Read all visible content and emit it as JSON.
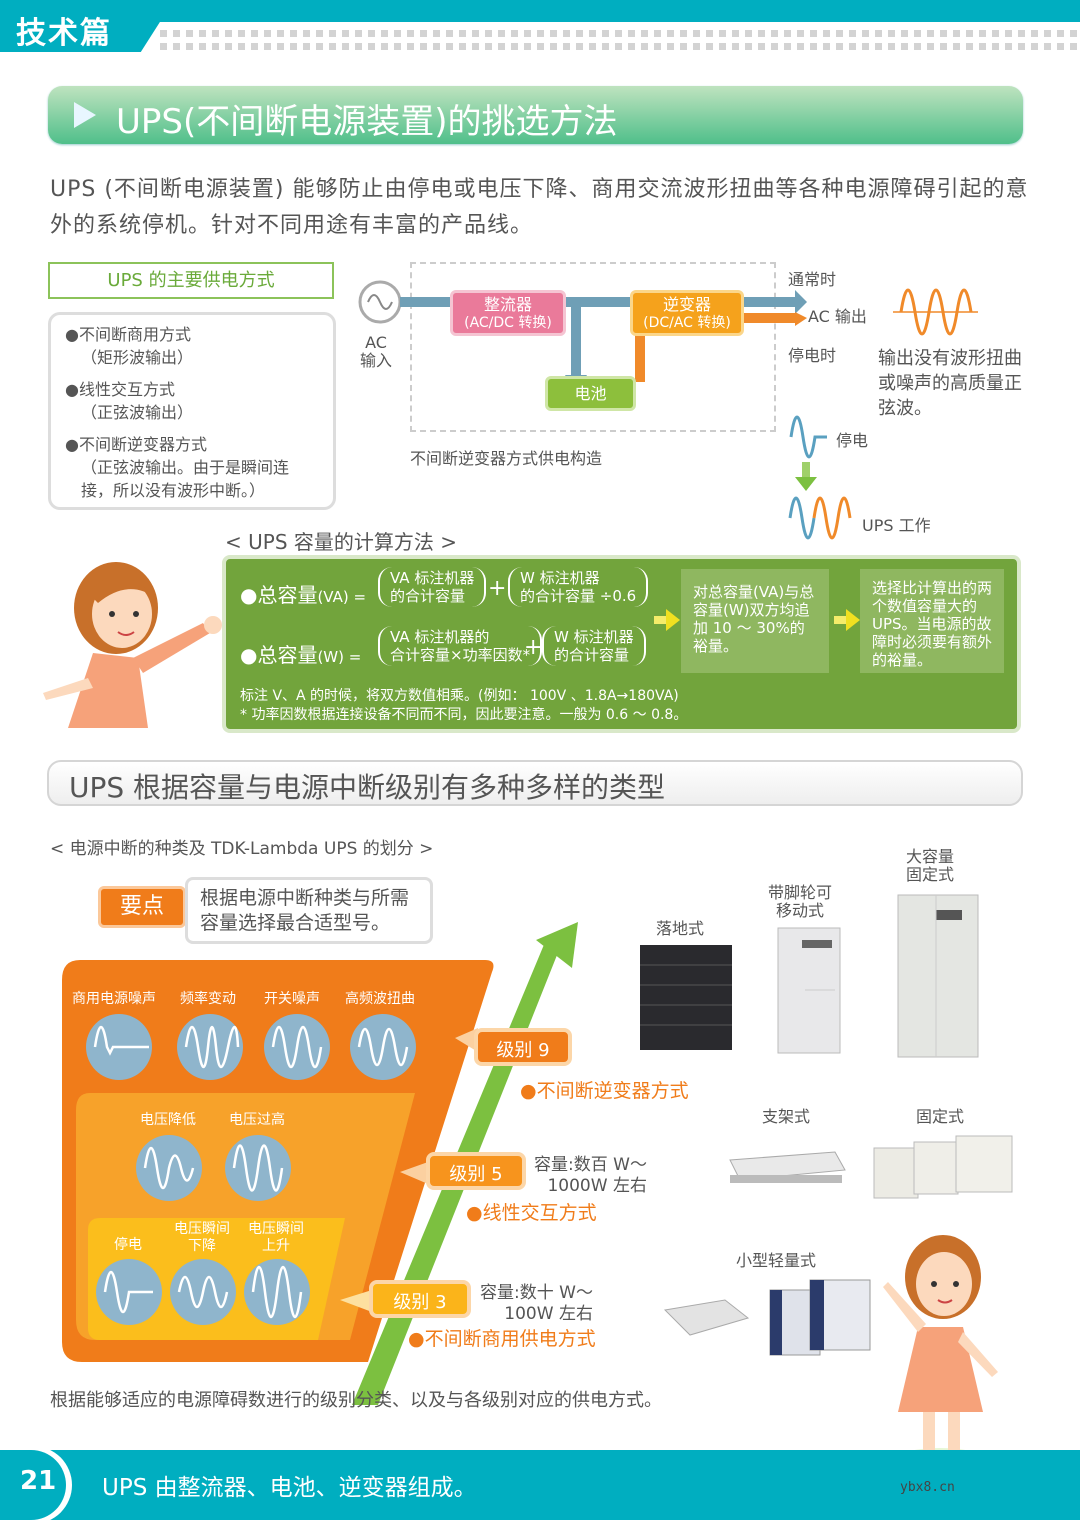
{
  "header": {
    "section_tab": "技术篇"
  },
  "title1": "UPS(不间断电源装置)的挑选方法",
  "intro": "UPS (不间断电源装置) 能够防止由停电或电压下降、商用交流波形扭曲等各种电源障碍引起的意外的系统停机。针对不同用途有丰富的产品线。",
  "supply": {
    "heading": "UPS 的主要供电方式",
    "items": [
      {
        "name": "●不间断商用方式",
        "note": "（矩形波输出）"
      },
      {
        "name": "●线性交互方式",
        "note": "（正弦波输出）"
      },
      {
        "name": "●不间断逆变器方式",
        "note": "（正弦波输出。由于是瞬间连接，所以没有波形中断。）"
      }
    ]
  },
  "diagram": {
    "ac_in": "AC\n输入",
    "rectifier": "整流器",
    "rectifier_sub": "(AC/DC 转换)",
    "inverter": "逆变器",
    "inverter_sub": "(DC/AC 转换)",
    "battery": "电池",
    "normal": "通常时",
    "ac_out": "AC 输出",
    "outage_time": "停电时",
    "caption": "不间断逆变器方式供电构造",
    "quality": "输出没有波形扭曲或噪声的高质量正弦波。",
    "outage": "停电",
    "ups_work": "UPS 工作"
  },
  "calc": {
    "heading": "< UPS 容量的计算方法 >",
    "va_label": "●总容量",
    "va_unit": "(VA) =",
    "va_t1": "VA 标注机器\n的合计容量",
    "va_t2": "W 标注机器\n的合计容量 ÷0.6",
    "w_label": "●总容量",
    "w_unit": "(W) =",
    "w_t1": "VA 标注机器的\n合计容量×功率因数*",
    "w_t2": "W 标注机器\n的合计容量",
    "plus": "+",
    "step1": "对总容量(VA)与总容量(W)双方均追加 10 ～ 30%的裕量。",
    "step2": "选择比计算出的两个数值容量大的 UPS。当电源的故障时必须要有额外的裕量。",
    "note1": "标注 V、A 的时候，将双方数值相乘。(例如： 100V 、1.8A→180VA)",
    "note2": "* 功率因数根据连接设备不同而不同，因此要注意。一般为 0.6 ～ 0.8。"
  },
  "title2": "UPS 根据容量与电源中断级别有多种多样的类型",
  "classify": {
    "heading": "< 电源中断的种类及 TDK-Lambda UPS 的划分 >",
    "key_badge": "要点",
    "key_text": "根据电源中断种类与所需容量选择最合适型号。",
    "outer": [
      "商用电源噪声",
      "频率变动",
      "开关噪声",
      "高频波扭曲"
    ],
    "middle": [
      "电压降低",
      "电压过高"
    ],
    "inner": [
      "停电",
      "电压瞬间\n下降",
      "电压瞬间\n上升"
    ],
    "levels": [
      {
        "label": "级别 9",
        "method": "●不间断逆变器方式",
        "capacity": ""
      },
      {
        "label": "级别 5",
        "method": "●线性交互方式",
        "capacity": "容量:数百 W～\n1000W 左右"
      },
      {
        "label": "级别 3",
        "method": "●不间断商用供电方式",
        "capacity": "容量:数十 W～\n100W 左右"
      }
    ],
    "products": {
      "floor": "落地式",
      "casters": "带脚轮可\n移动式",
      "large": "大容量\n固定式",
      "rack": "支架式",
      "fixed": "固定式",
      "compact": "小型轻量式"
    },
    "caption": "根据能够适应的电源障碍数进行的级别分类、以及与各级别对应的供电方式。"
  },
  "footer": {
    "page": "21",
    "text": "UPS 由整流器、电池、逆变器组成。",
    "watermark": "ybx8.cn"
  },
  "colors": {
    "teal": "#00aec0",
    "green": "#72a43c",
    "orange": "#f07c1a"
  }
}
